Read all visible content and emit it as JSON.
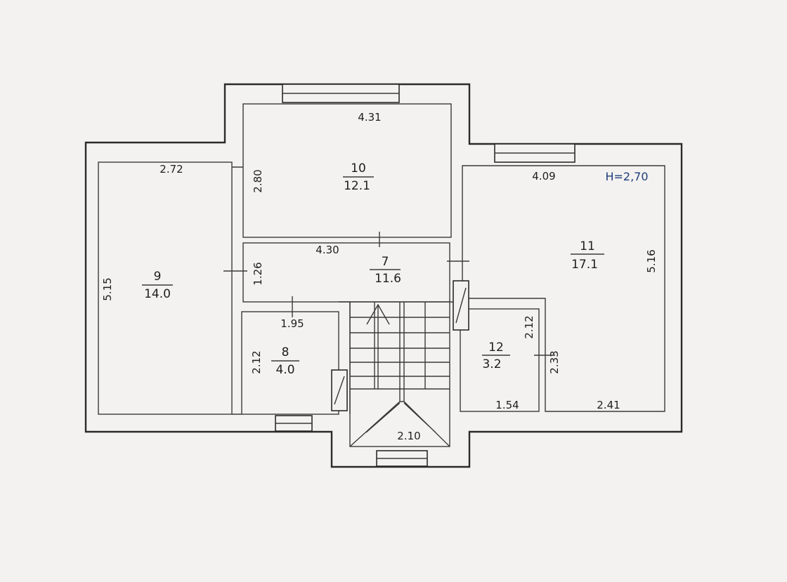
{
  "height_label": "H=2,70",
  "rooms": [
    {
      "id": "room-7",
      "number": "7",
      "area": "11.6"
    },
    {
      "id": "room-8",
      "number": "8",
      "area": "4.0"
    },
    {
      "id": "room-9",
      "number": "9",
      "area": "14.0"
    },
    {
      "id": "room-10",
      "number": "10",
      "area": "12.1"
    },
    {
      "id": "room-11",
      "number": "11",
      "area": "17.1"
    },
    {
      "id": "room-12",
      "number": "12",
      "area": "3.2"
    }
  ],
  "dimensions": {
    "r10_width": "4.31",
    "r10_height": "2.80",
    "r9_width": "2.72",
    "r9_height": "5.15",
    "r7_width": "4.30",
    "r7_height": "1.26",
    "r8_width": "1.95",
    "r8_height": "2.12",
    "r11_width": "4.09",
    "r11_height": "5.16",
    "r11_lower_width": "2.41",
    "r11_inner_height": "2.33",
    "r12_width": "1.54",
    "r12_height": "2.12",
    "stair_width": "2.10"
  }
}
